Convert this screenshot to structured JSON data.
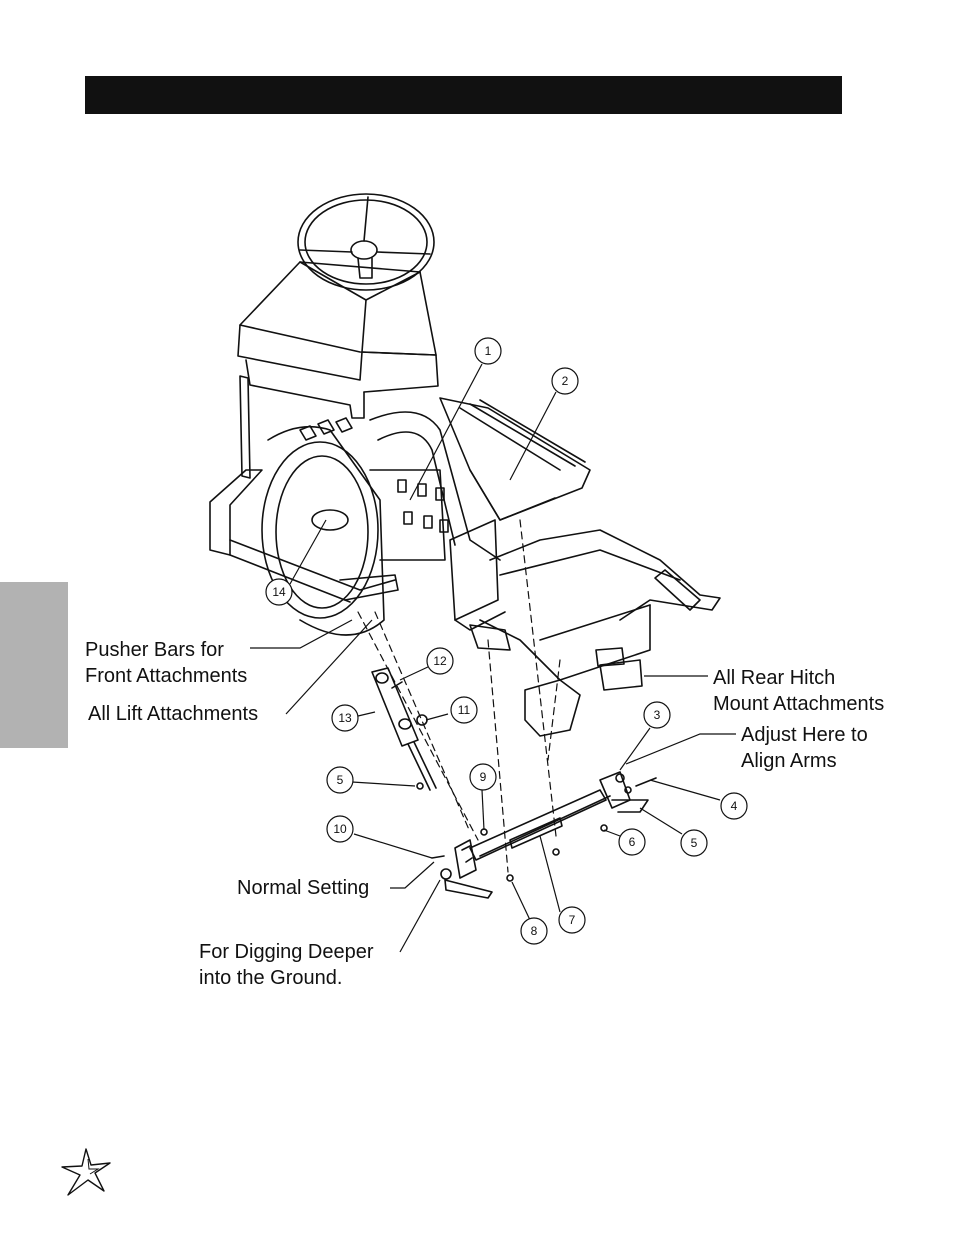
{
  "callouts": [
    {
      "id": "1",
      "label": "1"
    },
    {
      "id": "2",
      "label": "2"
    },
    {
      "id": "3",
      "label": "3"
    },
    {
      "id": "4",
      "label": "4"
    },
    {
      "id": "5a",
      "label": "5"
    },
    {
      "id": "5b",
      "label": "5"
    },
    {
      "id": "6",
      "label": "6"
    },
    {
      "id": "7",
      "label": "7"
    },
    {
      "id": "8",
      "label": "8"
    },
    {
      "id": "9",
      "label": "9"
    },
    {
      "id": "10",
      "label": "10"
    },
    {
      "id": "11",
      "label": "11"
    },
    {
      "id": "12",
      "label": "12"
    },
    {
      "id": "13",
      "label": "13"
    },
    {
      "id": "14",
      "label": "14"
    }
  ],
  "labels": {
    "pusher_line1": "Pusher Bars for",
    "pusher_line2": "Front Attachments",
    "lift": "All Lift Attachments",
    "rear_line1": "All Rear Hitch",
    "rear_line2": "Mount Attachments",
    "adjust_line1": "Adjust Here to",
    "adjust_line2": "Align Arms",
    "normal": "Normal Setting",
    "deeper_line1": "For Digging Deeper",
    "deeper_line2": "into the Ground."
  },
  "icons": {
    "logo": "star-logo-icon"
  },
  "colors": {
    "header_bar": "#111111",
    "side_tab": "#b2b2b2"
  }
}
